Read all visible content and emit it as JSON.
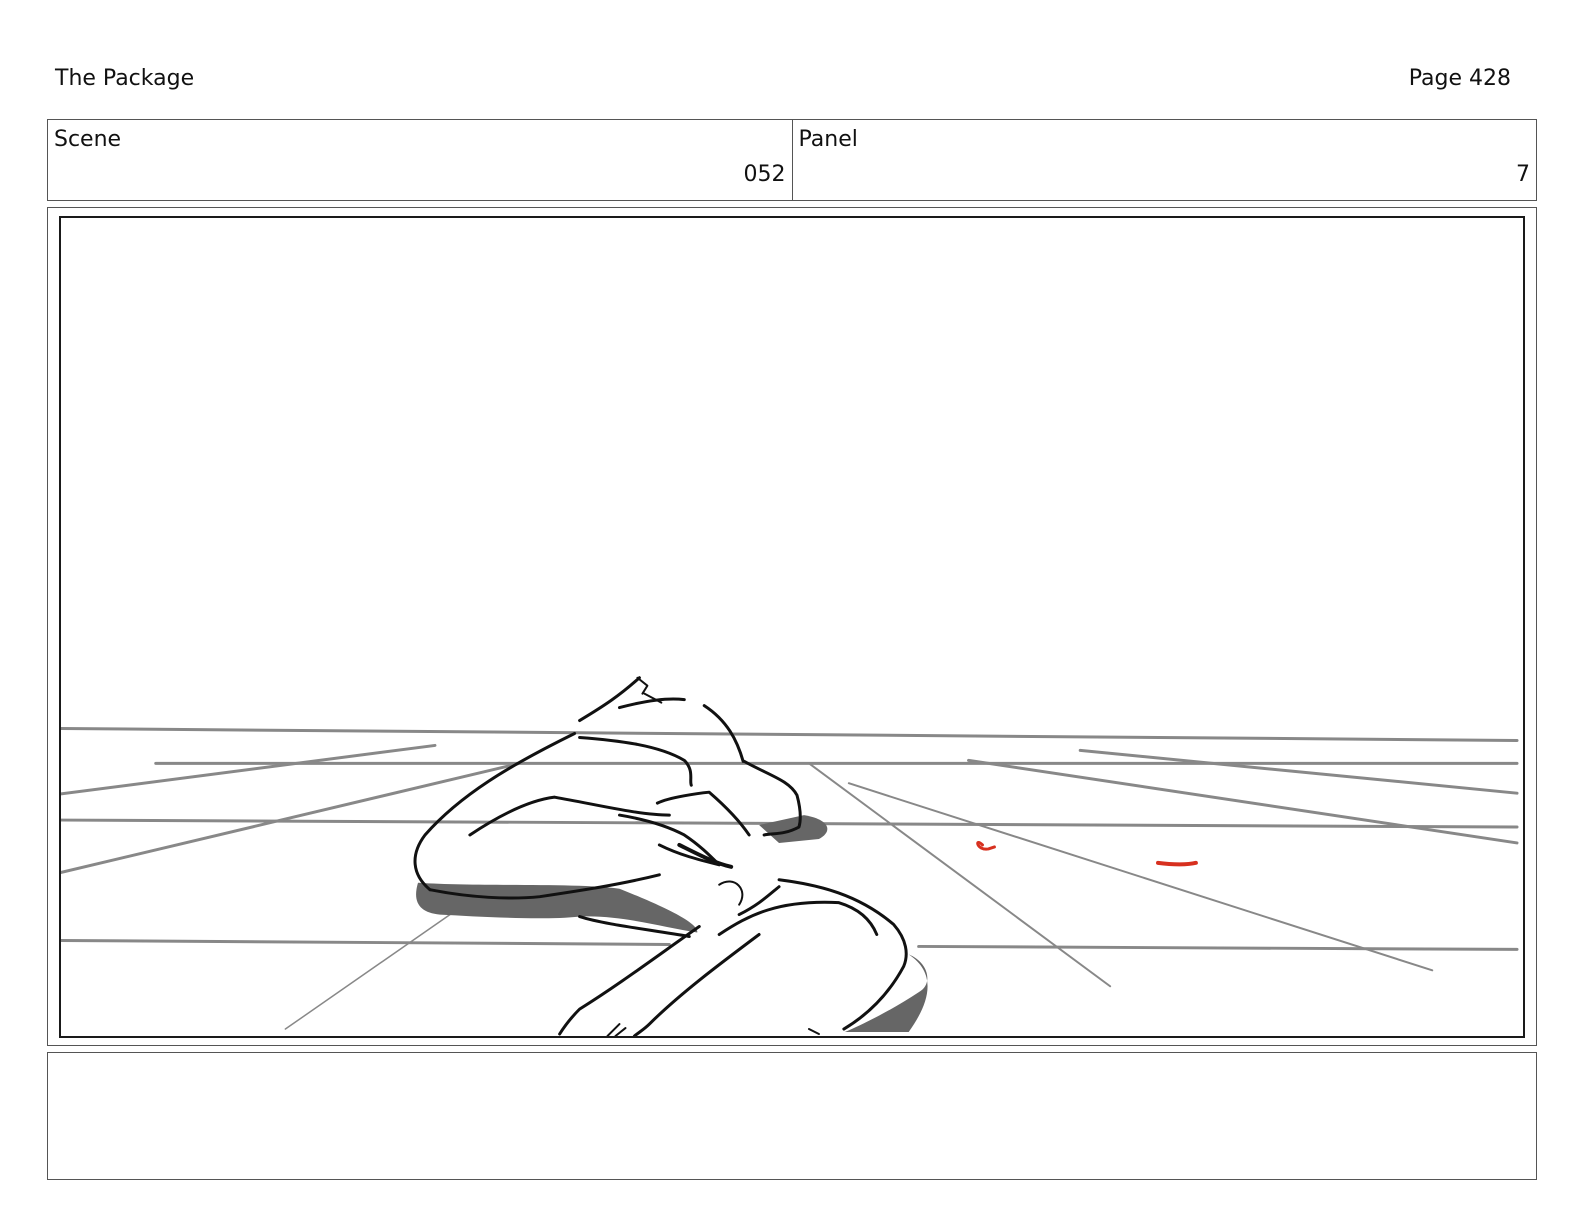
{
  "header": {
    "title": "The Package",
    "page_label": "Page 428"
  },
  "info": {
    "scene_label": "Scene",
    "scene_value": "052",
    "panel_label": "Panel",
    "panel_value": "7"
  },
  "notes": {
    "text": ""
  },
  "colors": {
    "frame": "#1a1a1a",
    "floor_lines": "#888888",
    "shadow": "#666666",
    "ink": "#111111",
    "accent_red": "#d7301f"
  }
}
